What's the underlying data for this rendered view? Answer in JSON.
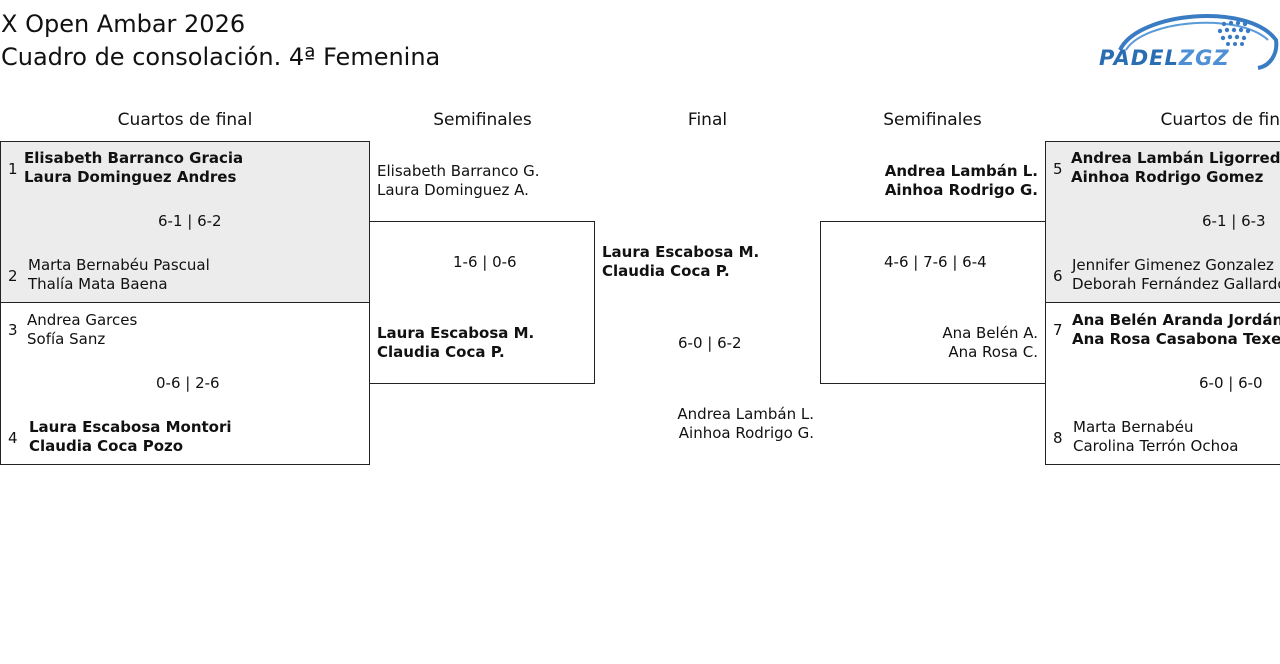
{
  "header": {
    "title": "X Open Ambar 2026",
    "subtitle": "Cuadro de consolación. 4ª Femenina",
    "logo_text_a": "PADEL",
    "logo_text_b": "ZGZ"
  },
  "rounds": {
    "qf_left": "Cuartos de final",
    "sf_left": "Semifinales",
    "final": "Final",
    "sf_right": "Semifinales",
    "qf_right": "Cuartos de fin"
  },
  "qf_left": [
    {
      "seed_a": "1",
      "team_a": [
        "Elisabeth Barranco Gracia",
        "Laura Dominguez Andres"
      ],
      "score": "6-1 | 6-2",
      "seed_b": "2",
      "team_b": [
        "Marta Bernabéu Pascual",
        "Thalía Mata Baena"
      ]
    },
    {
      "seed_a": "3",
      "team_a": [
        "Andrea Garces",
        "Sofía Sanz"
      ],
      "score": "0-6 | 2-6",
      "seed_b": "4",
      "team_b": [
        "Laura Escabosa Montori",
        "Claudia Coca Pozo"
      ]
    }
  ],
  "sf_left": {
    "team_a": [
      "Elisabeth Barranco G.",
      "Laura Dominguez A."
    ],
    "score": "1-6 | 0-6",
    "team_b": [
      "Laura Escabosa M.",
      "Claudia Coca P."
    ]
  },
  "final": {
    "team_a": [
      "Laura Escabosa M.",
      "Claudia Coca P."
    ],
    "score": "6-0 | 6-2",
    "team_b": [
      "Andrea Lambán L.",
      "Ainhoa Rodrigo G."
    ]
  },
  "sf_right": {
    "team_a": [
      "Andrea Lambán L.",
      "Ainhoa Rodrigo G."
    ],
    "score": "4-6 | 7-6 | 6-4",
    "team_b": [
      "Ana Belén A.",
      "Ana Rosa C."
    ]
  },
  "qf_right": [
    {
      "seed_a": "5",
      "team_a": [
        "Andrea Lambán Ligorred",
        "Ainhoa Rodrigo Gomez"
      ],
      "score": "6-1 | 6-3",
      "seed_b": "6",
      "team_b": [
        "Jennifer Gimenez Gonzalez",
        "Deborah Fernández Gallardo"
      ]
    },
    {
      "seed_a": "7",
      "team_a": [
        "Ana Belén Aranda Jordán",
        "Ana Rosa Casabona Texeira"
      ],
      "score": "6-0 | 6-0",
      "seed_b": "8",
      "team_b": [
        "Marta Bernabéu",
        "Carolina Terrón Ochoa"
      ]
    }
  ]
}
